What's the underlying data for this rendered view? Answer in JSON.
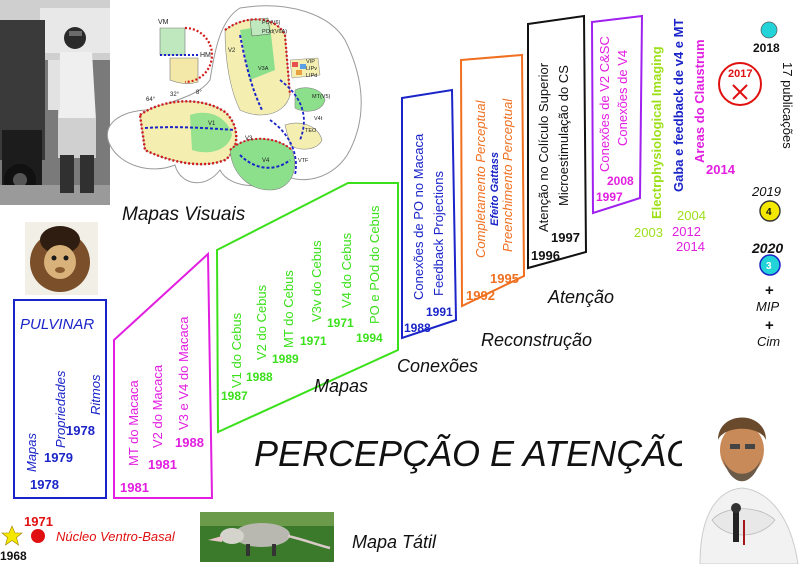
{
  "title": "PERCEPÇÃO E ATENÇÃO",
  "colors": {
    "blue": "#1a24c8",
    "magenta": "#e21ee0",
    "green": "#3ae01a",
    "orange": "#f07020",
    "black": "#111111",
    "purple": "#a020f0",
    "red": "#e01010",
    "yellow": "#f5e800",
    "cyan": "#22d4d8"
  },
  "stages": {
    "mapas_visuais": "Mapas Visuais",
    "mapas": "Mapas",
    "conexoes": "Conexões",
    "reconstrucao": "Reconstrução",
    "atencao": "Atenção",
    "mapa_tatil": "Mapa Tátil"
  },
  "origin": {
    "year_1971": "1971",
    "year_1968": "1968",
    "label": "Núcleo Ventro-Basal"
  },
  "step_pulvinar": {
    "pulvinar": "PULVINAR",
    "ritmos": "Ritmos",
    "propriedades": "Propriedades",
    "mapas": "Mapas",
    "y1978a": "1978",
    "y1979": "1979",
    "y1978b": "1978"
  },
  "step_macaca": {
    "mt": "MT do Macaca",
    "v2": "V2 do Macaca",
    "v3v4": "V3 e V4 do Macaca",
    "y1981a": "1981",
    "y1981b": "1981",
    "y1988": "1988"
  },
  "step_cebus": {
    "v1": "V1 do Cebus",
    "v2": "V2 do Cebus",
    "mt": "MT do Cebus",
    "v3v": "V3v do Cebus",
    "v4": "V4 do Cebus",
    "po": "PO e POd do Cebus",
    "y1987": "1987",
    "y1988": "1988",
    "y1989": "1989",
    "y1971": "1971",
    "y1971b": "1971",
    "y1994": "1994"
  },
  "step_conexoes": {
    "po_macaca": "Conexões de PO no Macaca",
    "feedback": "Feedback Projections",
    "y1988": "1988",
    "y1991": "1991"
  },
  "step_reconstrucao": {
    "completamento": "Completamento Perceptual",
    "gattass": "Efeito Gattass",
    "preenchimento": "Preenchimento Perceptual",
    "y1992": "1992",
    "y1995": "1995"
  },
  "step_atencao": {
    "coliculo": "Atenção no Colículo Superior",
    "microestimulacao": "Microestimulação do CS",
    "y1996": "1996",
    "y1997": "1997"
  },
  "step_claustrum": {
    "v2csc": "Conexões de V2 C&SC",
    "v4": "Conexões de V4",
    "y2008": "2008",
    "y1997": "1997"
  },
  "free_columns": {
    "electro": "Electrphysiological Imaging",
    "gaba": "Gaba e feedback de v4 e MT",
    "claustrum": "Areas do Claustrum",
    "y2003": "2003",
    "y2004": "2004",
    "y2012": "2012",
    "y2014a": "2014",
    "y2014b": "2014"
  },
  "future": {
    "y2017": "2017",
    "y2018": "2018",
    "publicacoes": "17 publicações",
    "y2019": "2019",
    "n4": "4",
    "y2020": "2020",
    "n3": "3",
    "plus1": "+",
    "mip": "MIP",
    "plus2": "+",
    "cim": "Cim"
  },
  "brain_map_labels": {
    "vm": "VM",
    "hm": "HM",
    "po": "PO(V6)",
    "pod": "POd(V6A)",
    "vip": "VIP",
    "lipv": "LIPv",
    "lipd": "LIPd",
    "v3a": "V3A",
    "mt": "MT(V5)",
    "v4t": "V4t",
    "v2": "V2",
    "v1": "V1",
    "v3": "V3",
    "v4": "V4",
    "teo": "TEO",
    "vtf": "VTF",
    "deg1": "64°",
    "deg2": "32°",
    "deg3": "8°"
  }
}
